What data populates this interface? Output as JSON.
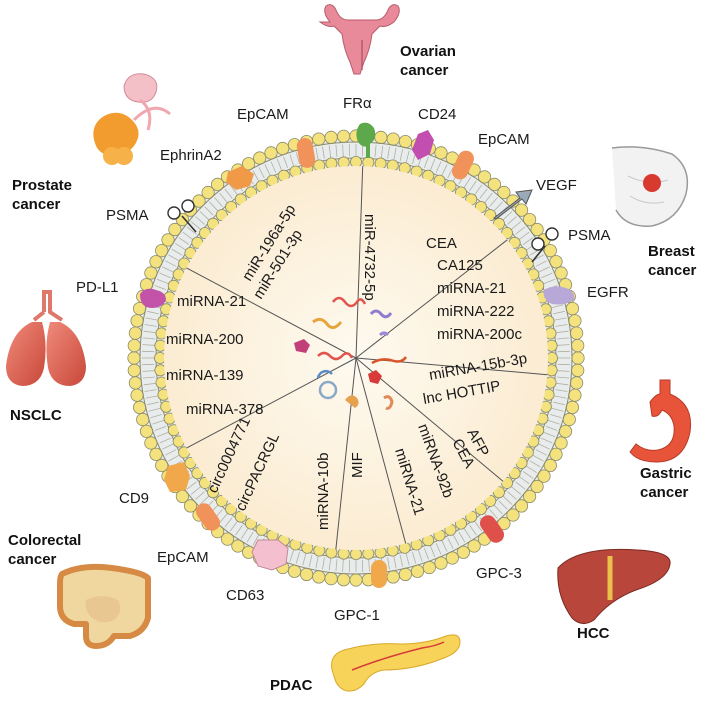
{
  "cancers": {
    "ovarian": "Ovarian\ncancer",
    "prostate": "Prostate\ncancer",
    "breast": "Breast\ncancer",
    "nsclc": "NSCLC",
    "gastric": "Gastric\ncancer",
    "colorectal": "Colorectal\ncancer",
    "hcc": "HCC",
    "pdac": "PDAC"
  },
  "markers": {
    "fra": "FRα",
    "cd24": "CD24",
    "epcam_top_left": "EpCAM",
    "epcam_top_right": "EpCAM",
    "ephrina2": "EphrinA2",
    "vegf": "VEGF",
    "psma_left": "PSMA",
    "psma_right": "PSMA",
    "pdl1": "PD-L1",
    "egfr": "EGFR",
    "cd9": "CD9",
    "epcam_bottom": "EpCAM",
    "cd63": "CD63",
    "gpc1": "GPC-1",
    "gpc3": "GPC-3"
  },
  "sectors": {
    "ovarian": [
      "miR-4732-5p"
    ],
    "prostate": [
      "miR-196a-5p",
      "miR-501-3p"
    ],
    "breast": [
      "CEA",
      "CA125",
      "miRNA-21",
      "miRNA-222",
      "miRNA-200c"
    ],
    "nsclc": [
      "miRNA-21",
      "miRNA-200",
      "miRNA-139",
      "miRNA-378"
    ],
    "gastric": [
      "miRNA-15b-3p",
      "lnc HOTTIP"
    ],
    "colorectal": [
      "circ0004771",
      "circPACRGL"
    ],
    "pdac": [
      "MIF",
      "miRNA-10b"
    ],
    "hcc": [
      "AFP",
      "CEA",
      "miRNA-92b",
      "miRNA-21"
    ]
  },
  "colors": {
    "membrane_bead": "#f3e27e",
    "membrane_line": "#8a8a6a",
    "lumen": "#fdf3df",
    "divider": "#555555"
  }
}
